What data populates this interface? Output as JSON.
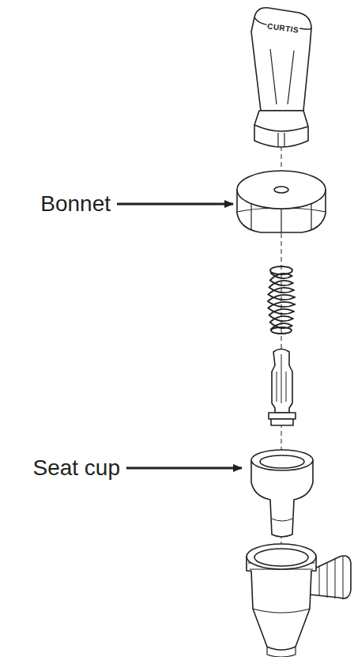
{
  "diagram": {
    "labels": [
      "CURTIS",
      "Bonnet",
      "Seat cup"
    ]
  }
}
